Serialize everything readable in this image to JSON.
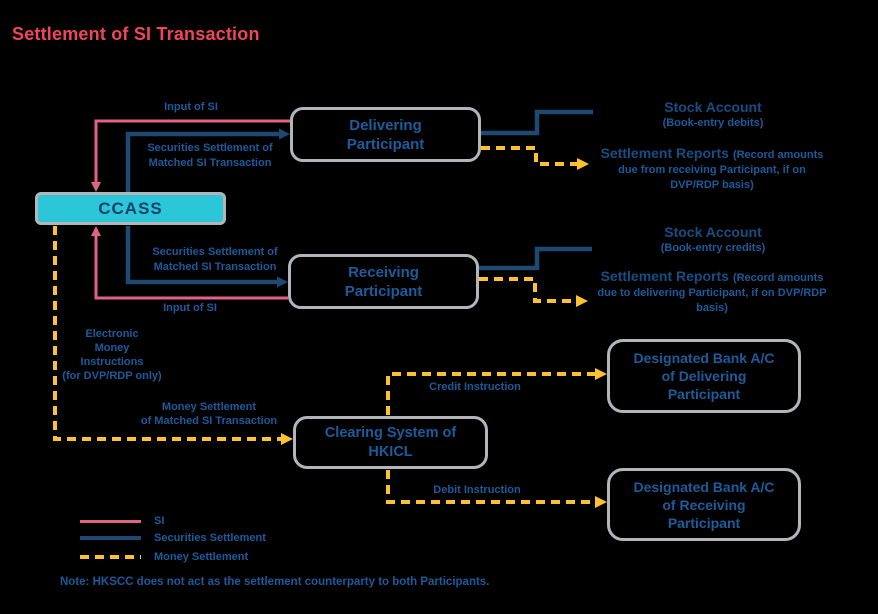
{
  "title": "Settlement of SI Transaction",
  "colors": {
    "background": "#000000",
    "title_text": "#F2455A",
    "si_pink": "#E06287",
    "securities_navy": "#1F4971",
    "money_yellow": "#FDC22D",
    "label_blue": "#1C5A9C",
    "ccass_fill": "#2BC7D8",
    "box_border": "#B2B6B8"
  },
  "boxes": {
    "ccass": {
      "label": "CCASS"
    },
    "delivering": {
      "label": "Delivering\nParticipant"
    },
    "receiving": {
      "label": "Receiving\nParticipant"
    },
    "hkicl": {
      "label": "Clearing System of\nHKICL"
    },
    "bank_delivering": {
      "label": "Designated Bank A/C\nof Delivering\nParticipant"
    },
    "bank_receiving": {
      "label": "Designated Bank A/C\nof Receiving\nParticipant"
    }
  },
  "flow_labels": {
    "input_of_si_top": "Input of SI",
    "securities_settlement_top": "Securities Settlement of\nMatched SI Transaction",
    "securities_settlement_mid": "Securities Settlement of\nMatched SI Transaction",
    "input_of_si_mid": "Input of SI",
    "electronic_money": "Electronic\nMoney\nInstructions\n(for DVP/RDP only)",
    "money_settlement": "Money Settlement\nof Matched SI Transaction",
    "credit_instruction": "Credit Instruction",
    "debit_instruction": "Debit Instruction"
  },
  "outputs": {
    "delivering": {
      "stock_title": "Stock Account",
      "stock_sub": "(Book-entry debits)",
      "report_title": "Settlement Reports",
      "report_rest": "(Record amounts due from receiving Participant, if on DVP/RDP basis)"
    },
    "receiving": {
      "stock_title": "Stock Account",
      "stock_sub": "(Book-entry credits)",
      "report_title": "Settlement Reports",
      "report_rest": "(Record amounts due to delivering Participant, if on DVP/RDP basis)"
    }
  },
  "legend": {
    "items": [
      {
        "label": "SI",
        "style": "solid",
        "color": "#E06287"
      },
      {
        "label": "Securities Settlement",
        "style": "solid",
        "color": "#1F4971"
      },
      {
        "label": "Money Settlement",
        "style": "dashed",
        "color": "#FDC22D"
      }
    ]
  },
  "note": "Note: HKSCC does not act as the settlement counterparty to both Participants."
}
